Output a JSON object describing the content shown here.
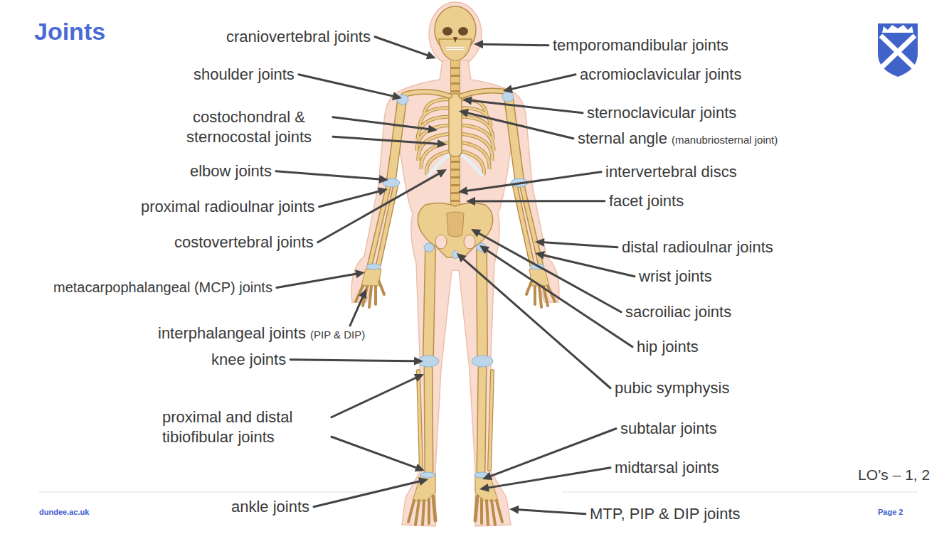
{
  "diagram": {
    "title": "Joints",
    "labels": [
      "craniovertebral joints",
      "temporomandibular joints",
      "shoulder joints",
      "acromioclavicular joints",
      "costochondral & sternocostal joints",
      "sternoclavicular joints",
      "sternal angle",
      "(manubriosternal joint)",
      "elbow joints",
      "intervertebral discs",
      "proximal radioulnar joints",
      "facet joints",
      "costovertebral joints",
      "distal radioulnar joints",
      "metacarpophalangeal (MCP) joints",
      "wrist joints",
      "interphalangeal joints",
      "(PIP & DIP)",
      "sacroiliac joints",
      "hip joints",
      "knee joints",
      "pubic symphysis",
      "proximal and distal tibiofibular joints",
      "subtalar joints",
      "midtarsal joints",
      "ankle joints",
      "MTP, PIP & DIP joints",
      "LO’s – 1, 2",
      "dundee.ac.uk",
      "Page 2"
    ]
  }
}
